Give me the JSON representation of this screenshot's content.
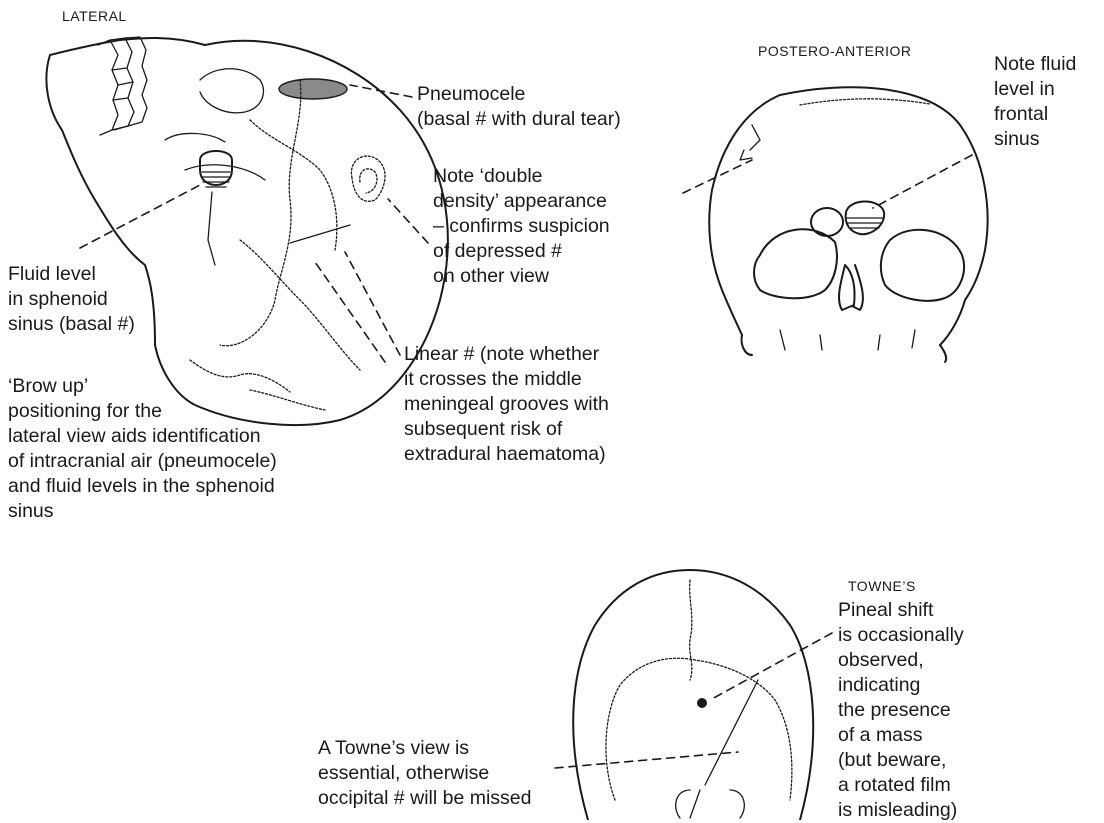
{
  "views": {
    "lateral": {
      "title": "LATERAL",
      "pneumocele": "Pneumocele\n(basal # with dural tear)",
      "double_density": "Note ‘double\ndensity’ appearance\n– confirms suspicion\nof depressed #\non other view",
      "fluid_sphenoid": "Fluid level\nin sphenoid\nsinus (basal #)",
      "brow_up": "‘Brow up’\npositioning for the\nlateral view aids identification\nof intracranial air (pneumocele)\nand fluid levels in the sphenoid\nsinus",
      "linear_fracture": "Linear # (note whether\nit crosses the middle\nmeningeal grooves with\nsubsequent risk of\nextradural haematoma)"
    },
    "postero_anterior": {
      "title": "POSTERO-ANTERIOR",
      "fluid_frontal": "Note fluid\nlevel in\nfrontal\nsinus"
    },
    "townes": {
      "title": "TOWNE’S",
      "pineal": "Pineal shift\nis occasionally\n observed,\n indicating\n the presence\n of a mass\n (but beware,\n a rotated film\n is misleading)",
      "essential": "A Towne’s view is\nessential, otherwise\noccipital # will be missed"
    }
  }
}
